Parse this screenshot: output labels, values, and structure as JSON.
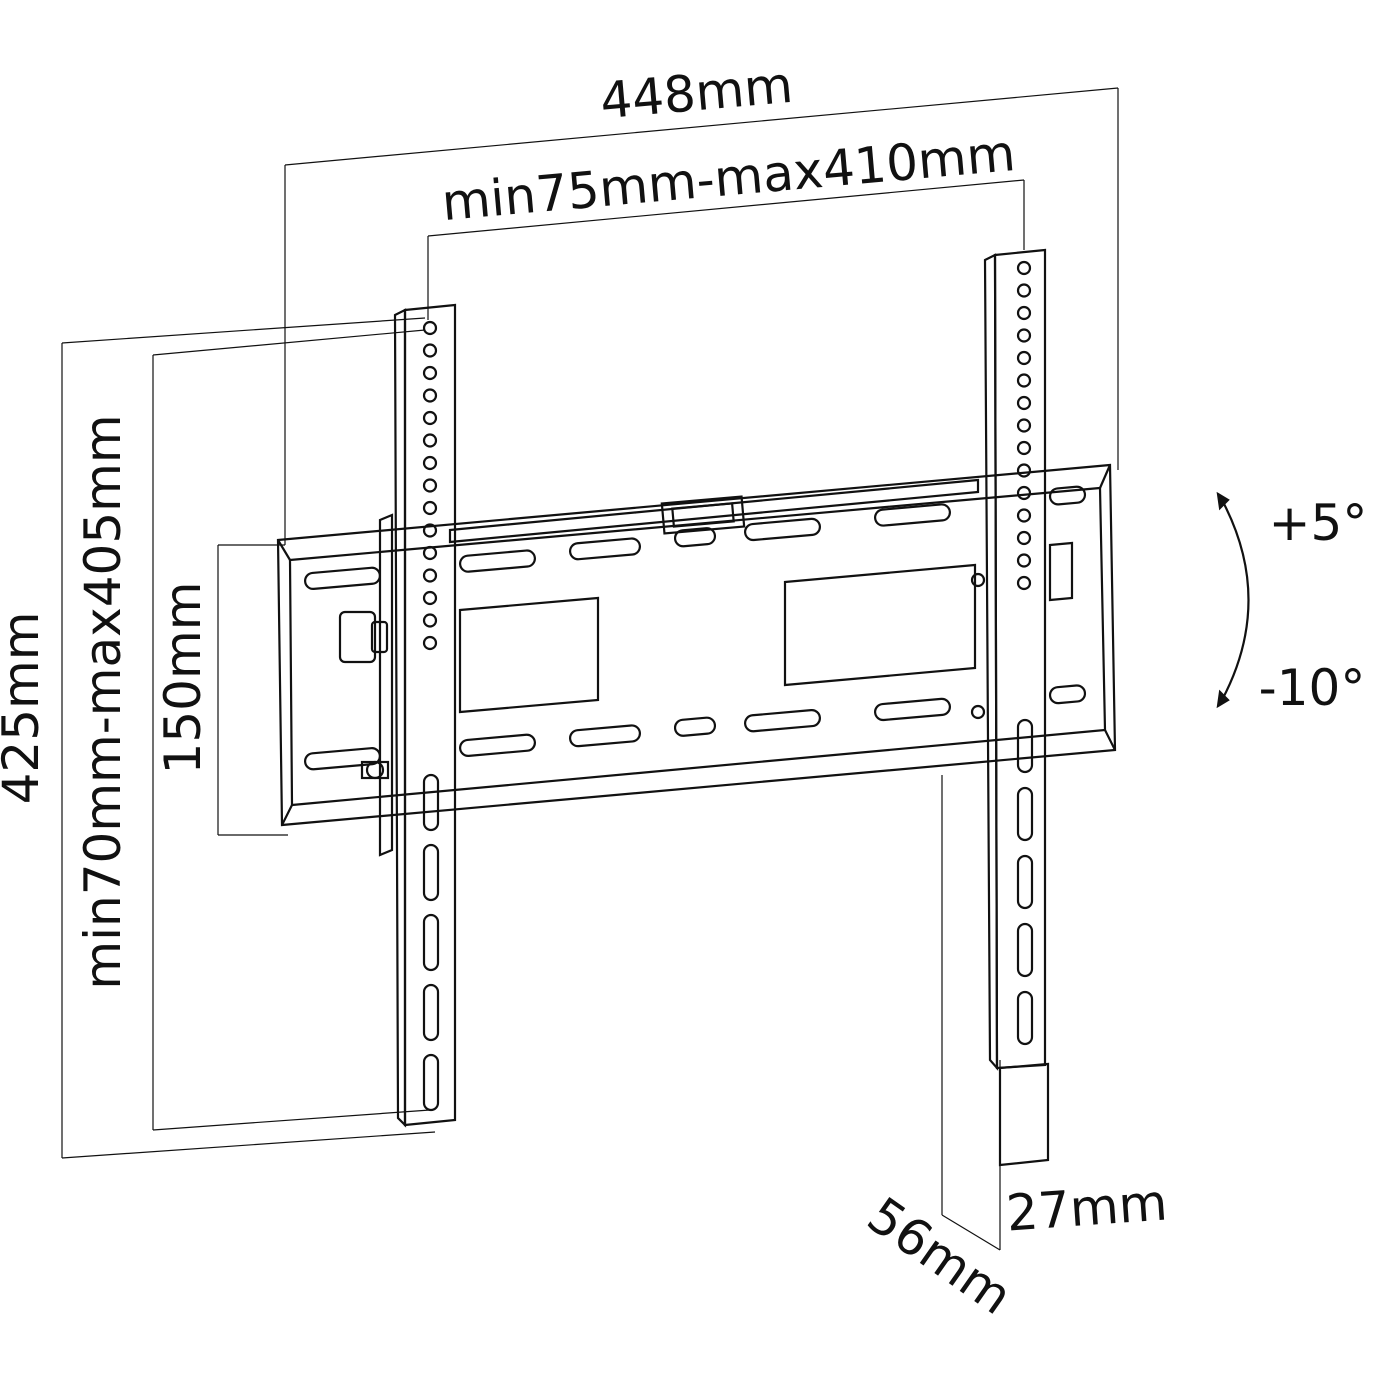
{
  "dimensions": {
    "overall_width": "448mm",
    "vesa_horizontal": "min75mm-max410mm",
    "overall_height": "425mm",
    "vesa_vertical": "min70mm-max405mm",
    "plate_height": "150mm",
    "depth_max": "56mm",
    "depth_min": "27mm"
  },
  "tilt": {
    "up": "+5°",
    "down": "-10°"
  },
  "colors": {
    "ink": "#111111",
    "background": "#ffffff"
  }
}
